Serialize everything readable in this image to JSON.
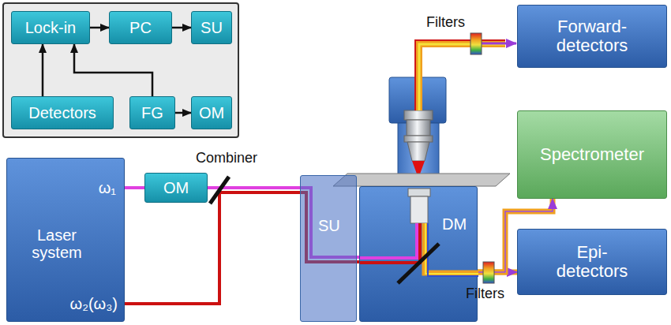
{
  "diagram": {
    "nodes": [
      {
        "text": [
          "Lock-in"
        ]
      },
      {
        "text": [
          "PC"
        ]
      },
      {
        "text": [
          "SU"
        ]
      },
      {
        "text": [
          "Detectors"
        ]
      },
      {
        "text": [
          "FG"
        ]
      },
      {
        "text": [
          "OM"
        ]
      },
      {
        "text": [
          "Laser system",
          "ω₁",
          "ω₂(ω₃)"
        ]
      },
      {
        "text": [
          "OM"
        ]
      },
      {
        "text": [
          "SU"
        ]
      },
      {
        "text": [
          "Forward-detectors"
        ]
      },
      {
        "text": [
          "Spectrometer"
        ]
      },
      {
        "text": [
          "DM"
        ]
      },
      {
        "text": [
          "Epi-detectors"
        ]
      }
    ],
    "edges": [
      {
        "from": 0,
        "to": 1,
        "arrow": "to"
      },
      {
        "from": 1,
        "to": 2,
        "arrow": "to"
      },
      {
        "from": 3,
        "to": 0,
        "arrow": "to"
      },
      {
        "from": 4,
        "to": 0,
        "arrow": "to"
      },
      {
        "from": 4,
        "to": 5,
        "arrow": "to"
      },
      {
        "from": 6,
        "to": 7,
        "arrow": "none"
      },
      {
        "from": 7,
        "to": 8,
        "arrow": "none"
      },
      {
        "from": 6,
        "to": 8,
        "arrow": "none"
      },
      {
        "from": 11,
        "to": 12,
        "arrow": "to"
      },
      {
        "from": 11,
        "to": 10,
        "arrow": "to"
      }
    ],
    "labels": [
      "Combiner",
      "Filters",
      "Filters"
    ]
  }
}
